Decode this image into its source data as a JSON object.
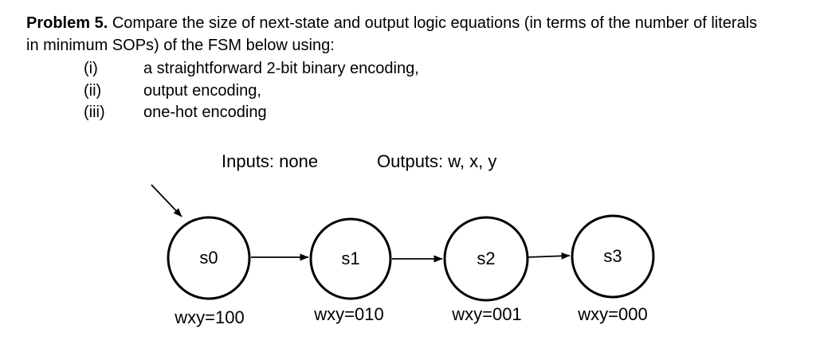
{
  "problem": {
    "title": "Problem 5.",
    "line1": " Compare the size of next-state and output logic equations (in terms of the number of literals",
    "line2": "in minimum SOPs) of the FSM below using:",
    "items": [
      {
        "marker": "(i)",
        "text": "a straightforward 2-bit binary encoding,"
      },
      {
        "marker": "(ii)",
        "text": "output encoding,"
      },
      {
        "marker": "(iii)",
        "text": "one-hot encoding"
      }
    ]
  },
  "fsm": {
    "inputs_label": "Inputs: none",
    "outputs_label": "Outputs: w, x, y",
    "states": [
      {
        "name": "s0",
        "output": "wxy=100"
      },
      {
        "name": "s1",
        "output": "wxy=010"
      },
      {
        "name": "s2",
        "output": "wxy=001"
      },
      {
        "name": "s3",
        "output": "wxy=000"
      }
    ]
  },
  "colors": {
    "ink": "#000000",
    "background": "#ffffff"
  }
}
